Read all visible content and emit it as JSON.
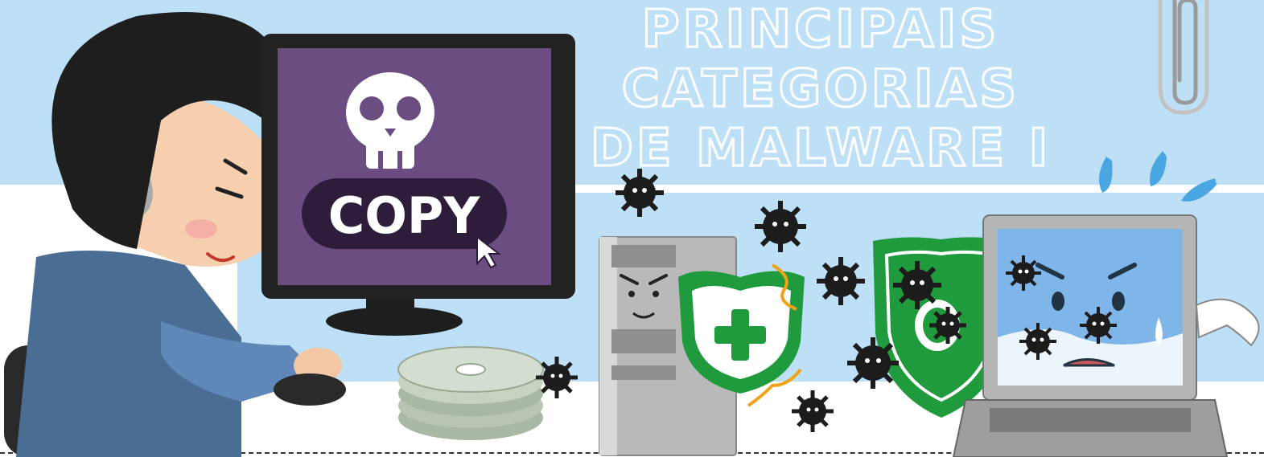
{
  "banner": {
    "title_lines": [
      "PRINCIPAIS",
      "CATEGORIAS",
      "DE MALWARE I"
    ],
    "monitor_button_text": "COPY"
  },
  "colors": {
    "sky_blue": "#bde0f7",
    "monitor_purple": "#6b4d82",
    "shield_green": "#1f9a3c",
    "virus_black": "#1c1c1c"
  },
  "icons": [
    "skull-icon",
    "cursor-arrow-icon",
    "virus-icon",
    "shield-plus-icon",
    "broken-shield-icon",
    "paperclip-icon",
    "sweat-drop-icon"
  ]
}
